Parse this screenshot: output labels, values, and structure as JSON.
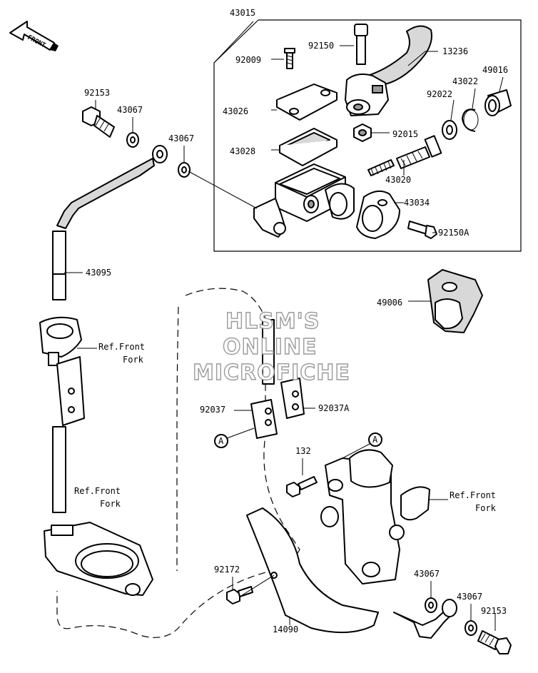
{
  "front_arrow": {
    "label": "FRONT"
  },
  "watermark": {
    "line1": "HLSM'S",
    "line2": "ONLINE",
    "line3": "MICROFICHE"
  },
  "labels": {
    "l43015": "43015",
    "l92150": "92150",
    "l13236": "13236",
    "l92009": "92009",
    "l49016": "49016",
    "l43022": "43022",
    "l92022": "92022",
    "l43026": "43026",
    "l92015": "92015",
    "l43028": "43028",
    "l43020": "43020",
    "l43034": "43034",
    "l92150A": "92150A",
    "l92153a": "92153",
    "l43067a": "43067",
    "l43067b": "43067",
    "l43095": "43095",
    "l49006": "49006",
    "ref1a": "Ref.Front",
    "ref1b": "Fork",
    "l92037": "92037",
    "l92037A": "92037A",
    "circA1": "A",
    "circA2": "A",
    "l132": "132",
    "ref2a": "Ref.Front",
    "ref2b": "Fork",
    "ref3a": "Ref.Front",
    "ref3b": "Fork",
    "l92172": "92172",
    "l43067c": "43067",
    "l43067d": "43067",
    "l92153b": "92153",
    "l14090": "14090"
  }
}
